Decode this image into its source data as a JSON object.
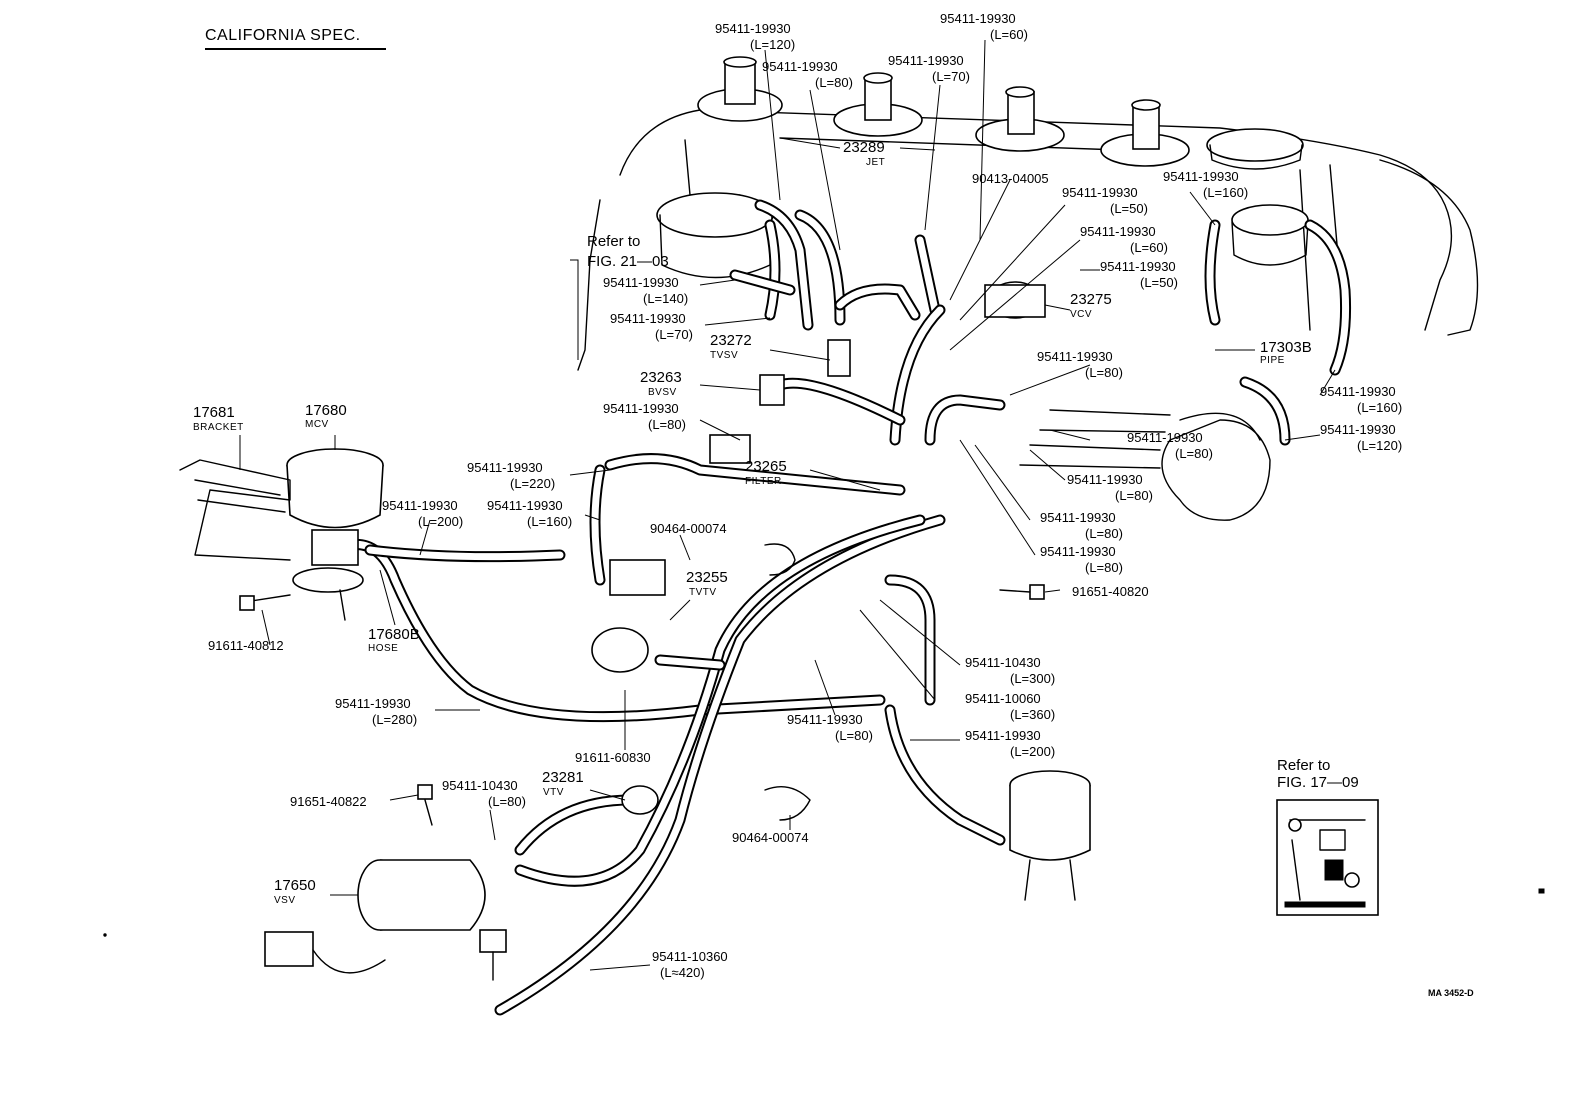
{
  "title": "CALIFORNIA SPEC.",
  "drawing_code": "MA 3452-D",
  "refs": {
    "fig_21_03": [
      "Refer to",
      "FIG. 21—03"
    ],
    "fig_17_09": [
      "Refer to",
      "FIG. 17—09"
    ]
  },
  "parts": [
    {
      "no": "95411-19930",
      "sub": "(L=120)"
    },
    {
      "no": "95411-19930",
      "sub": "(L=60)"
    },
    {
      "no": "95411-19930",
      "sub": "(L=80)"
    },
    {
      "no": "95411-19930",
      "sub": "(L=70)"
    },
    {
      "no": "23289",
      "sub": "JET"
    },
    {
      "no": "90413-04005",
      "sub": ""
    },
    {
      "no": "95411-19930",
      "sub": "(L=50)"
    },
    {
      "no": "95411-19930",
      "sub": "(L=160)"
    },
    {
      "no": "95411-19930",
      "sub": "(L=60)"
    },
    {
      "no": "95411-19930",
      "sub": "(L=50)"
    },
    {
      "no": "95411-19930",
      "sub": "(L=140)"
    },
    {
      "no": "95411-19930",
      "sub": "(L=70)"
    },
    {
      "no": "23275",
      "sub": "VCV"
    },
    {
      "no": "23272",
      "sub": "TVSV"
    },
    {
      "no": "17303B",
      "sub": "PIPE"
    },
    {
      "no": "95411-19930",
      "sub": "(L=80)"
    },
    {
      "no": "23263",
      "sub": "BVSV"
    },
    {
      "no": "95411-19930",
      "sub": "(L=80)"
    },
    {
      "no": "95411-19930",
      "sub": "(L=160)"
    },
    {
      "no": "95411-19930",
      "sub": "(L=80)"
    },
    {
      "no": "95411-19930",
      "sub": "(L=120)"
    },
    {
      "no": "17681",
      "sub": "BRACKET"
    },
    {
      "no": "17680",
      "sub": "MCV"
    },
    {
      "no": "95411-19930",
      "sub": "(L=220)"
    },
    {
      "no": "23265",
      "sub": "FILTER"
    },
    {
      "no": "95411-19930",
      "sub": "(L=80)"
    },
    {
      "no": "95411-19930",
      "sub": "(L=200)"
    },
    {
      "no": "95411-19930",
      "sub": "(L=160)"
    },
    {
      "no": "90464-00074",
      "sub": ""
    },
    {
      "no": "95411-19930",
      "sub": "(L=80)"
    },
    {
      "no": "95411-19930",
      "sub": "(L=80)"
    },
    {
      "no": "23255",
      "sub": "TVTV"
    },
    {
      "no": "91651-40820",
      "sub": ""
    },
    {
      "no": "91611-40812",
      "sub": ""
    },
    {
      "no": "17680B",
      "sub": "HOSE"
    },
    {
      "no": "95411-10430",
      "sub": "(L=300)"
    },
    {
      "no": "95411-10060",
      "sub": "(L=360)"
    },
    {
      "no": "95411-19930",
      "sub": "(L=280)"
    },
    {
      "no": "95411-19930",
      "sub": "(L=80)"
    },
    {
      "no": "95411-19930",
      "sub": "(L=200)"
    },
    {
      "no": "91611-60830",
      "sub": ""
    },
    {
      "no": "91651-40822",
      "sub": ""
    },
    {
      "no": "95411-10430",
      "sub": "(L=80)"
    },
    {
      "no": "23281",
      "sub": "VTV"
    },
    {
      "no": "90464-00074",
      "sub": ""
    },
    {
      "no": "17650",
      "sub": "VSV"
    },
    {
      "no": "95411-10360",
      "sub": "(L≈420)"
    }
  ]
}
